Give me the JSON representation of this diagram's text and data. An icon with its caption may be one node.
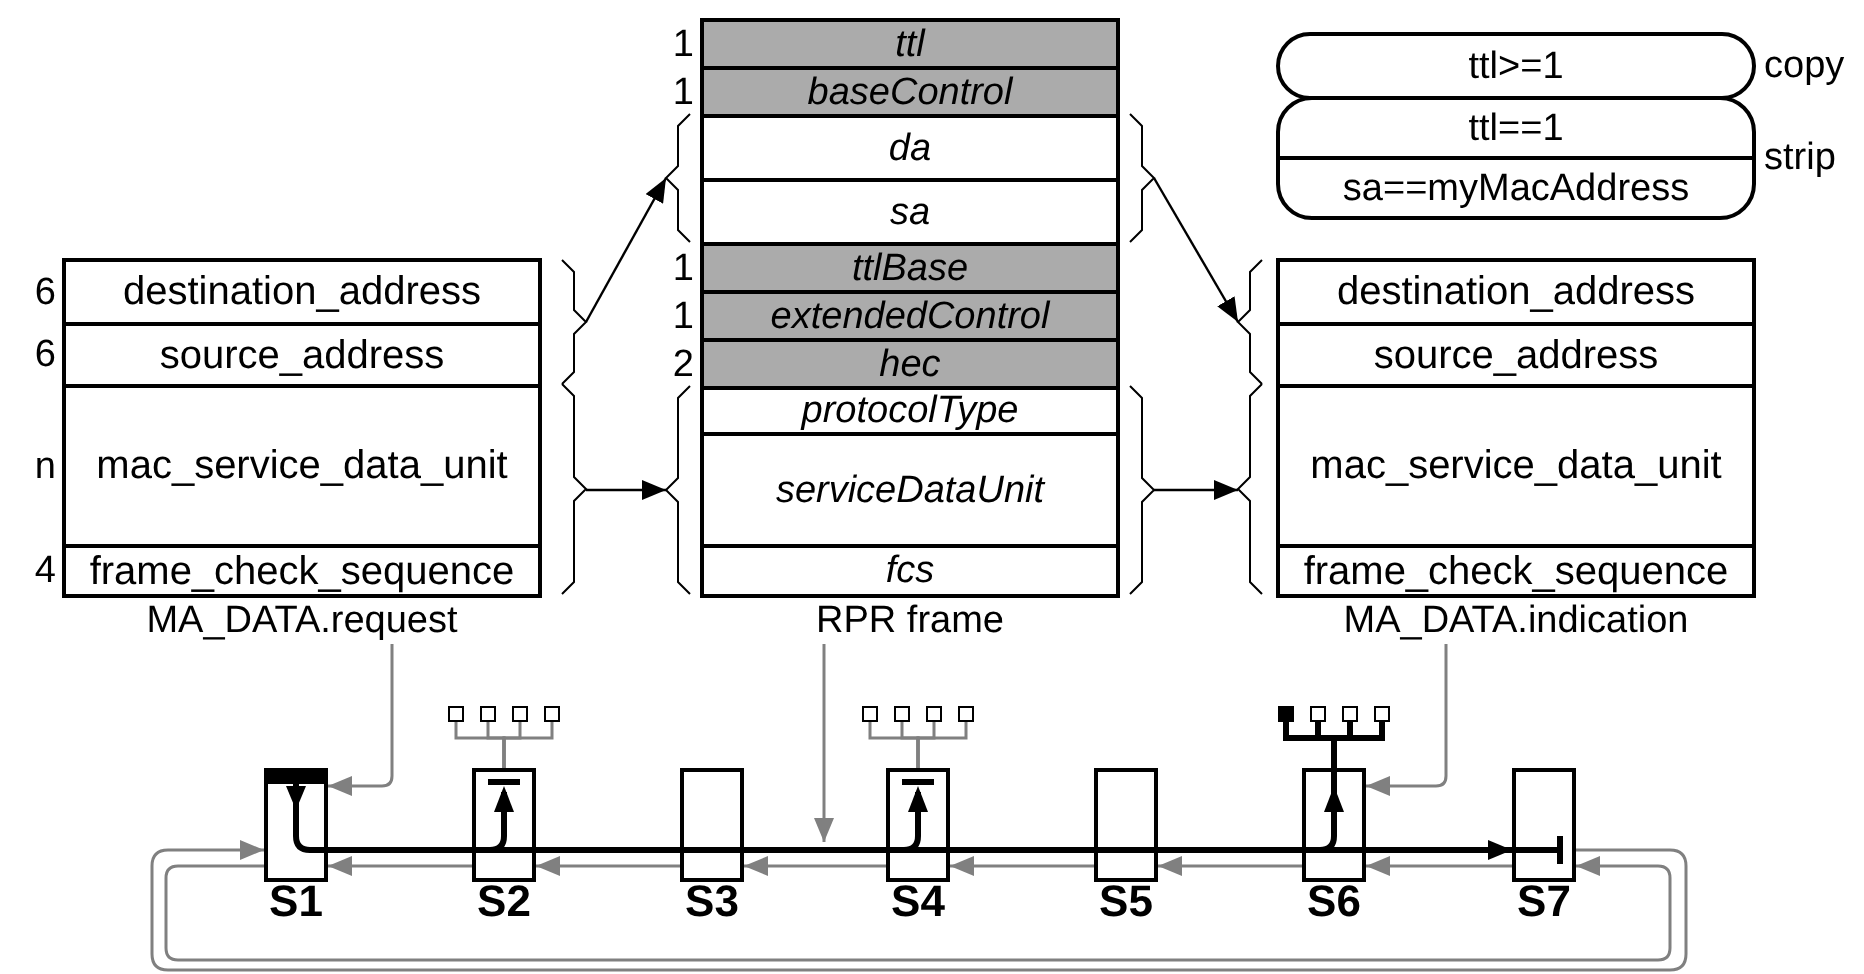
{
  "diagram": {
    "nodes": [
      {
        "text": [
          "MA_DATA.request"
        ]
      },
      {
        "text": [
          "destination_address"
        ],
        "in": 0,
        "beside": [
          "6"
        ]
      },
      {
        "text": [
          "source_address"
        ],
        "in": 0,
        "beside": [
          "6"
        ]
      },
      {
        "text": [
          "mac_service_data_unit"
        ],
        "in": 0,
        "beside": [
          "n"
        ]
      },
      {
        "text": [
          "frame_check_sequence"
        ],
        "in": 0,
        "beside": [
          "4"
        ]
      },
      {
        "text": [
          "RPR frame"
        ]
      },
      {
        "text": [
          "ttl"
        ],
        "in": 5,
        "beside": [
          "1"
        ]
      },
      {
        "text": [
          "baseControl"
        ],
        "in": 5,
        "beside": [
          "1"
        ]
      },
      {
        "text": [
          "da"
        ],
        "in": 5
      },
      {
        "text": [
          "sa"
        ],
        "in": 5
      },
      {
        "text": [
          "ttlBase"
        ],
        "in": 5,
        "beside": [
          "1"
        ]
      },
      {
        "text": [
          "extendedControl"
        ],
        "in": 5,
        "beside": [
          "1"
        ]
      },
      {
        "text": [
          "hec"
        ],
        "in": 5,
        "beside": [
          "2"
        ]
      },
      {
        "text": [
          "protocolType"
        ],
        "in": 5
      },
      {
        "text": [
          "serviceDataUnit"
        ],
        "in": 5
      },
      {
        "text": [
          "fcs"
        ],
        "in": 5
      },
      {
        "text": [
          "MA_DATA.indication"
        ]
      },
      {
        "text": [
          "destination_address"
        ],
        "in": 16
      },
      {
        "text": [
          "source_address"
        ],
        "in": 16
      },
      {
        "text": [
          "mac_service_data_unit"
        ],
        "in": 16
      },
      {
        "text": [
          "frame_check_sequence"
        ],
        "in": 16
      },
      {
        "text": [
          "ttl>=1"
        ],
        "beside": [
          "copy"
        ]
      },
      {
        "text": [
          "ttl==1",
          "sa==myMacAddress"
        ],
        "beside": [
          "strip"
        ]
      },
      {
        "text": [
          "S1"
        ]
      },
      {
        "text": [
          "S2"
        ]
      },
      {
        "text": [
          "S3"
        ]
      },
      {
        "text": [
          "S4"
        ]
      },
      {
        "text": [
          "S5"
        ]
      },
      {
        "text": [
          "S6"
        ]
      },
      {
        "text": [
          "S7"
        ]
      },
      {
        "text": [],
        "shape": "box"
      },
      {
        "text": [],
        "shape": "box"
      },
      {
        "text": [],
        "shape": "box"
      },
      {
        "text": [],
        "shape": "box"
      },
      {
        "text": [],
        "shape": "box"
      },
      {
        "text": [],
        "shape": "box"
      },
      {
        "text": [],
        "shape": "box"
      },
      {
        "text": [],
        "shape": "box"
      },
      {
        "text": [],
        "shape": "box"
      },
      {
        "text": [],
        "shape": "box"
      },
      {
        "text": [],
        "shape": "box"
      },
      {
        "text": [],
        "shape": "box"
      }
    ],
    "edges": [
      {
        "from": 0,
        "to": 5,
        "arrow": "to",
        "color": "#000000"
      },
      {
        "from": 0,
        "to": 5,
        "arrow": "to",
        "color": "#000000"
      },
      {
        "from": 5,
        "to": 16,
        "arrow": "to",
        "color": "#000000"
      },
      {
        "from": 5,
        "to": 16,
        "arrow": "to",
        "color": "#000000"
      },
      {
        "from": 0,
        "to": 23,
        "arrow": "to"
      },
      {
        "from": 5,
        "to": null,
        "arrow": "to"
      },
      {
        "from": 16,
        "to": 28,
        "arrow": "to"
      },
      {
        "from": 24,
        "to": 23,
        "arrow": "to"
      },
      {
        "from": 25,
        "to": 24,
        "arrow": "to"
      },
      {
        "from": 26,
        "to": 25,
        "arrow": "to"
      },
      {
        "from": 27,
        "to": 26,
        "arrow": "to"
      },
      {
        "from": 28,
        "to": 27,
        "arrow": "to"
      },
      {
        "from": 29,
        "to": 28,
        "arrow": "to"
      },
      {
        "from": 23,
        "to": 29,
        "arrow": "to"
      },
      {
        "from": 29,
        "to": 23,
        "arrow": "to"
      },
      {
        "from": 23,
        "to": 24,
        "arrow": "none",
        "style": "thick",
        "color": "#000000"
      },
      {
        "from": 24,
        "to": 25,
        "arrow": "none",
        "style": "thick",
        "color": "#000000"
      },
      {
        "from": 25,
        "to": 26,
        "arrow": "none",
        "style": "thick",
        "color": "#000000"
      },
      {
        "from": 26,
        "to": 27,
        "arrow": "none",
        "style": "thick",
        "color": "#000000"
      },
      {
        "from": 27,
        "to": 28,
        "arrow": "none",
        "style": "thick",
        "color": "#000000"
      },
      {
        "from": 28,
        "to": 29,
        "arrow": "to",
        "style": "thick",
        "color": "#000000"
      },
      {
        "from": 24,
        "to": 30,
        "arrow": "none"
      },
      {
        "from": 24,
        "to": 31,
        "arrow": "none"
      },
      {
        "from": 24,
        "to": 32,
        "arrow": "none"
      },
      {
        "from": 24,
        "to": 33,
        "arrow": "none"
      },
      {
        "from": 26,
        "to": 34,
        "arrow": "none"
      },
      {
        "from": 26,
        "to": 35,
        "arrow": "none"
      },
      {
        "from": 26,
        "to": 36,
        "arrow": "none"
      },
      {
        "from": 26,
        "to": 37,
        "arrow": "none"
      },
      {
        "from": 28,
        "to": 38,
        "arrow": "none",
        "style": "thick",
        "color": "#000000"
      },
      {
        "from": 28,
        "to": 39,
        "arrow": "none",
        "style": "thick",
        "color": "#000000"
      },
      {
        "from": 28,
        "to": 40,
        "arrow": "none",
        "style": "thick",
        "color": "#000000"
      },
      {
        "from": 28,
        "to": 41,
        "arrow": "none",
        "style": "thick",
        "color": "#000000"
      }
    ]
  }
}
